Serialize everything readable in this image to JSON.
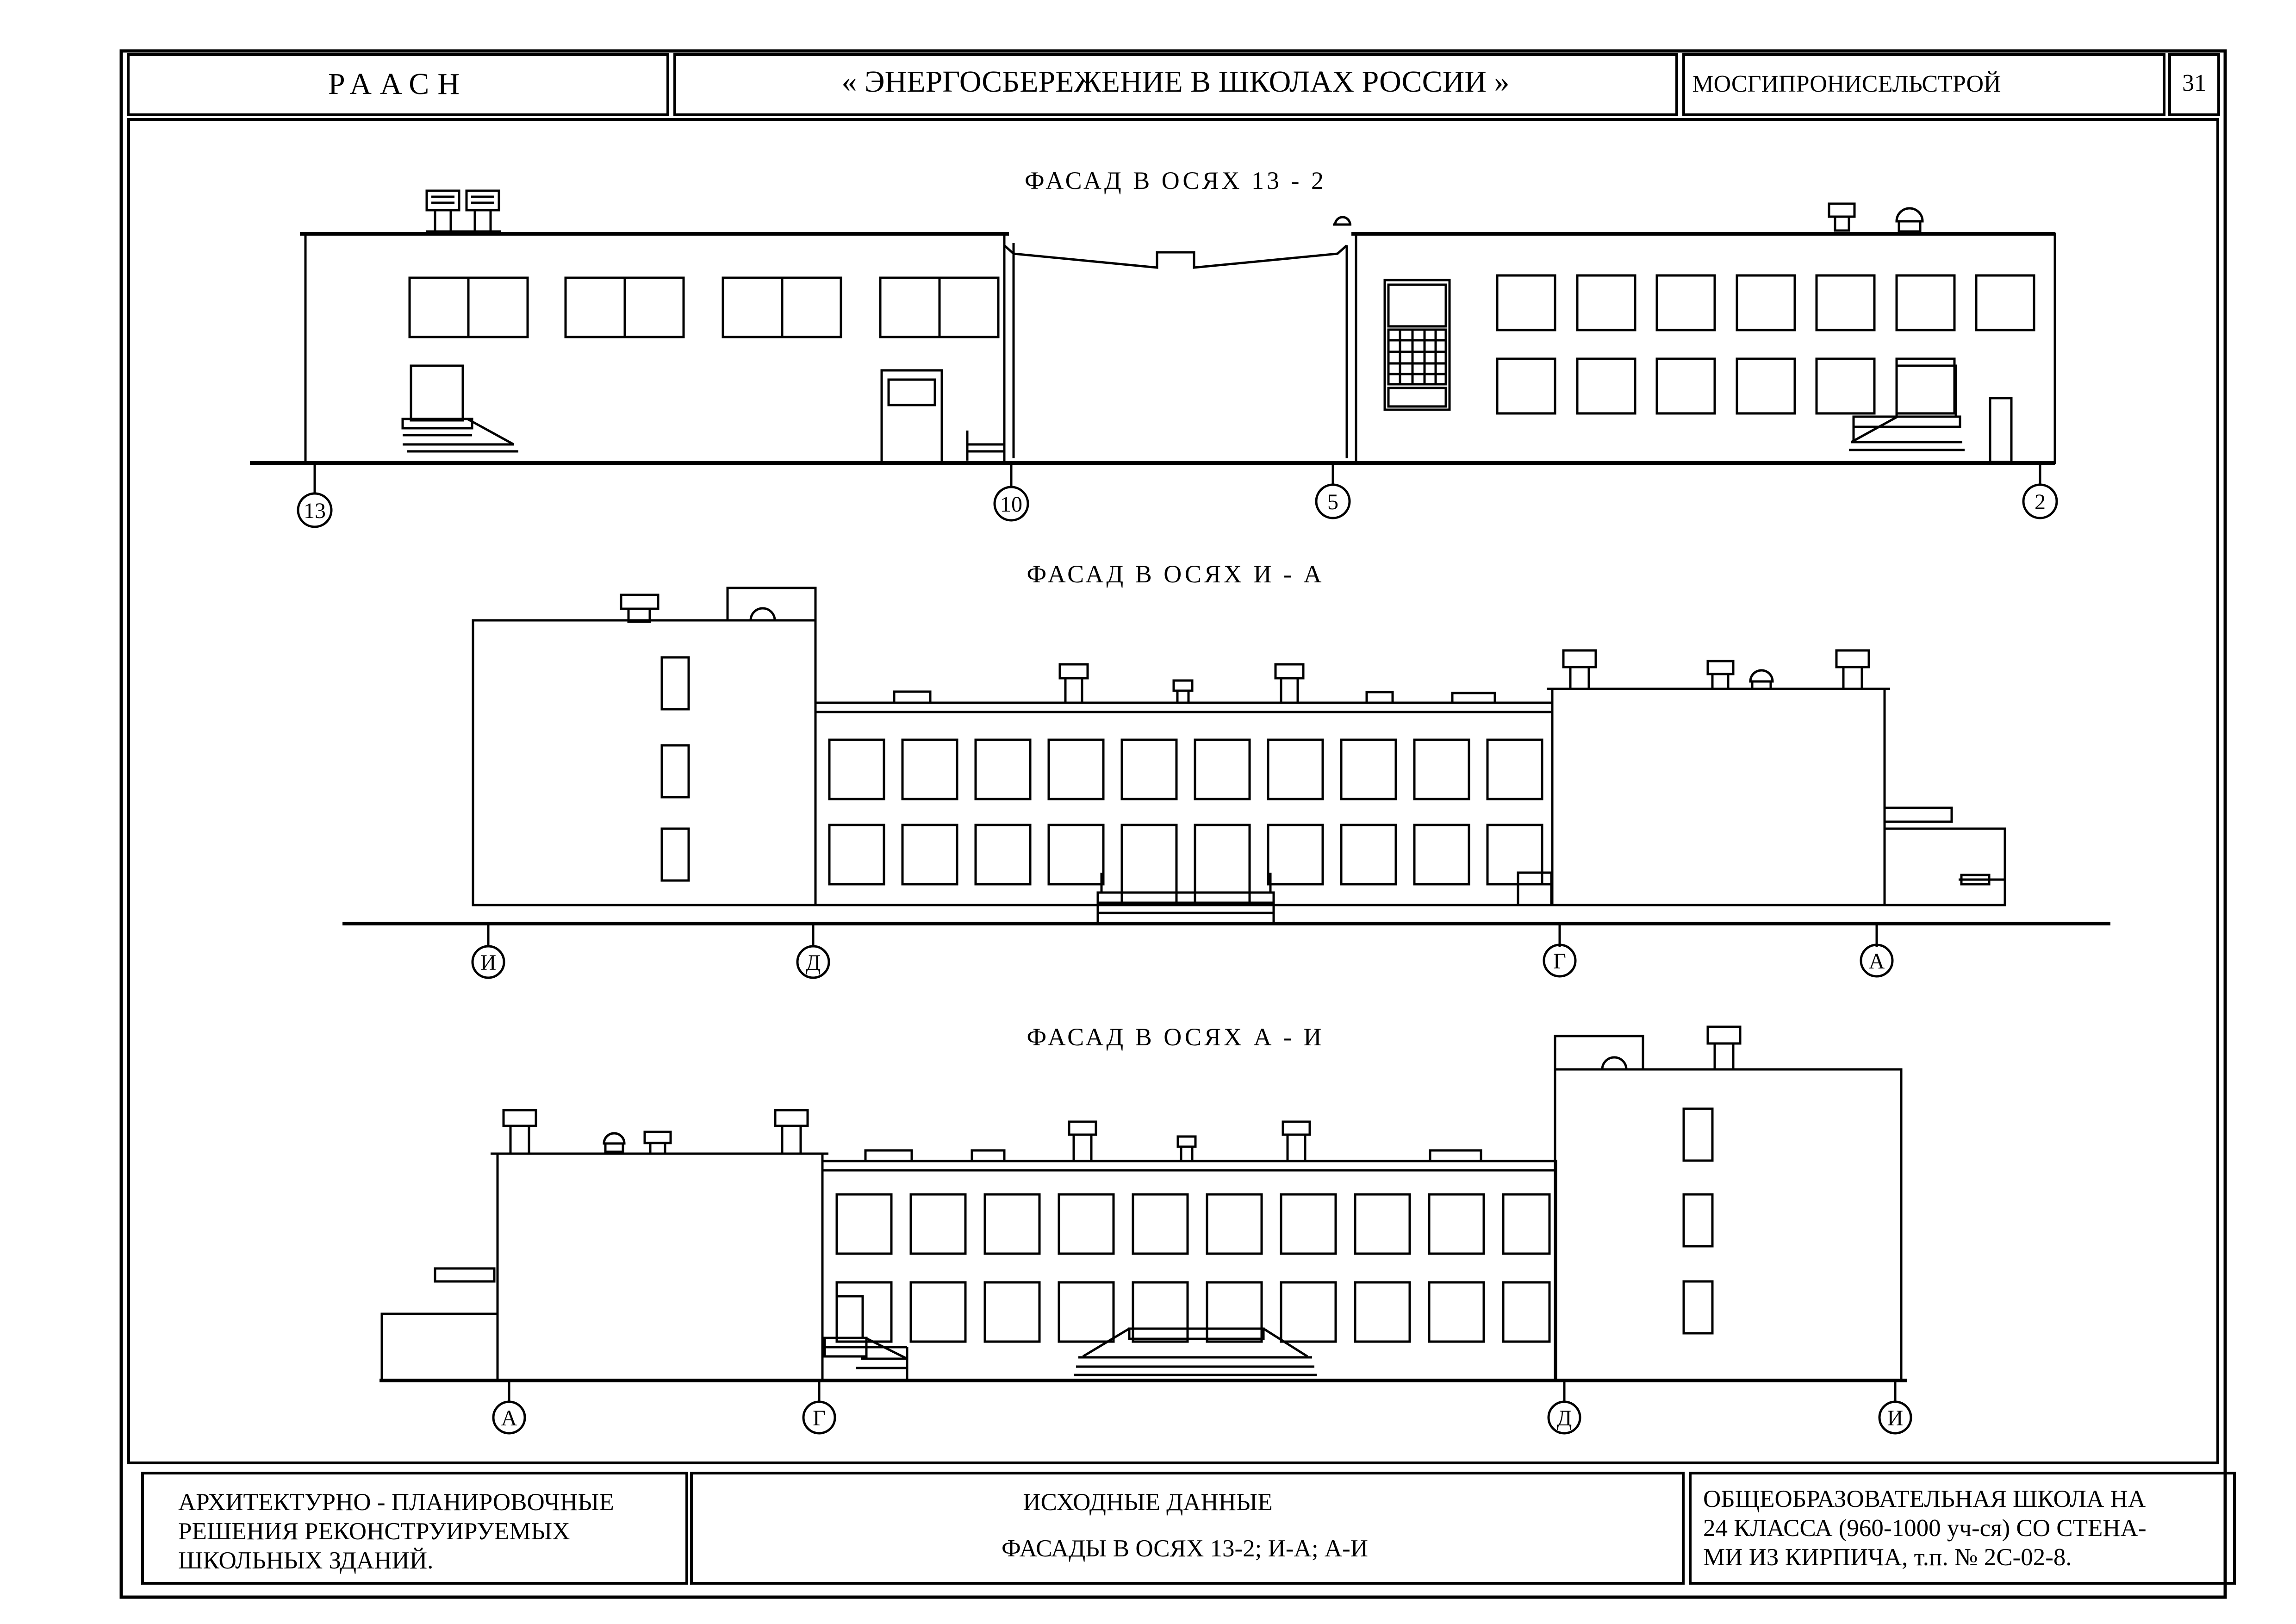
{
  "header": {
    "org": "РААСН",
    "program": "« ЭНЕРГОСБЕРЕЖЕНИЕ В ШКОЛАХ РОССИИ »",
    "institute": "МОСГИПРОНИСЕЛЬСТРОЙ",
    "page_number": "31"
  },
  "facades": [
    {
      "title": "ФАСАД В ОСЯХ 13 - 2",
      "axes": [
        "13",
        "10",
        "5",
        "2"
      ]
    },
    {
      "title": "ФАСАД В ОСЯХ И - А",
      "axes": [
        "И",
        "Д",
        "Г",
        "А"
      ]
    },
    {
      "title": "ФАСАД В ОСЯХ А - И",
      "axes": [
        "А",
        "Г",
        "Д",
        "И"
      ]
    }
  ],
  "footer": {
    "left_lines": [
      "АРХИТЕКТУРНО - ПЛАНИРОВОЧНЫЕ",
      "РЕШЕНИЯ РЕКОНСТРУИРУЕМЫХ",
      "ШКОЛЬНЫХ ЗДАНИЙ."
    ],
    "center_title": "ИСХОДНЫЕ ДАННЫЕ",
    "center_subtitle": "ФАСАДЫ В ОСЯХ 13-2; И-А; А-И",
    "right_lines": [
      "ОБЩЕОБРАЗОВАТЕЛЬНАЯ ШКОЛА НА",
      "24 КЛАССА (960-1000 уч-ся) СО СТЕНА-",
      "МИ ИЗ КИРПИЧА, т.п. № 2С-02-8."
    ]
  }
}
